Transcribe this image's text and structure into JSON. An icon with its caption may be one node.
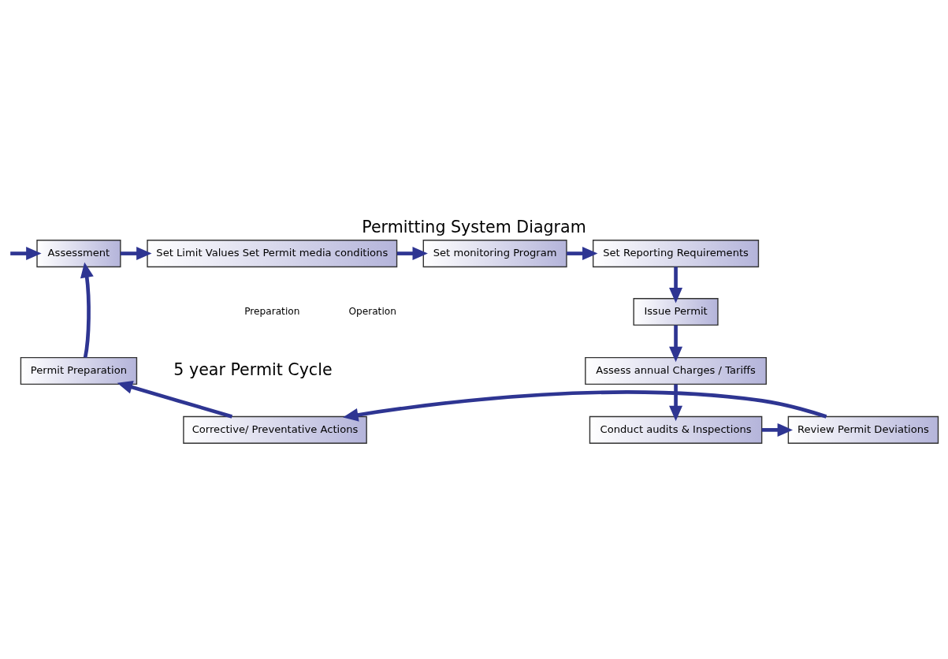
{
  "diagram": {
    "title": "Permitting System Diagram",
    "nodes": [
      {
        "text": [
          "Assessment"
        ]
      },
      {
        "text": [
          "Set Limit Values Set Permit media conditions"
        ]
      },
      {
        "text": [
          "Set monitoring Program"
        ]
      },
      {
        "text": [
          "Set Reporting Requirements"
        ]
      },
      {
        "text": [
          "Issue Permit"
        ]
      },
      {
        "text": [
          "Assess annual Charges / Tariffs"
        ]
      },
      {
        "text": [
          "Conduct audits & Inspections"
        ]
      },
      {
        "text": [
          "Review Permit Deviations"
        ]
      },
      {
        "text": [
          "Corrective/ Preventative Actions"
        ]
      },
      {
        "text": [
          "Permit Preparation"
        ]
      }
    ],
    "edges": [
      {
        "from": null,
        "to": 0,
        "arrow": "to"
      },
      {
        "from": 0,
        "to": 1,
        "arrow": "to"
      },
      {
        "from": 1,
        "to": 2,
        "arrow": "to"
      },
      {
        "from": 2,
        "to": 3,
        "arrow": "to"
      },
      {
        "from": 3,
        "to": 4,
        "arrow": "to"
      },
      {
        "from": 4,
        "to": 5,
        "arrow": "to"
      },
      {
        "from": 5,
        "to": 6,
        "arrow": "to"
      },
      {
        "from": 6,
        "to": 7,
        "arrow": "to"
      },
      {
        "from": 7,
        "to": 8,
        "arrow": "to"
      },
      {
        "from": 8,
        "to": 9,
        "arrow": "to"
      },
      {
        "from": 9,
        "to": 0,
        "arrow": "to"
      }
    ],
    "labels": [
      "Preparation",
      "Operation",
      "5 year Permit Cycle"
    ]
  }
}
